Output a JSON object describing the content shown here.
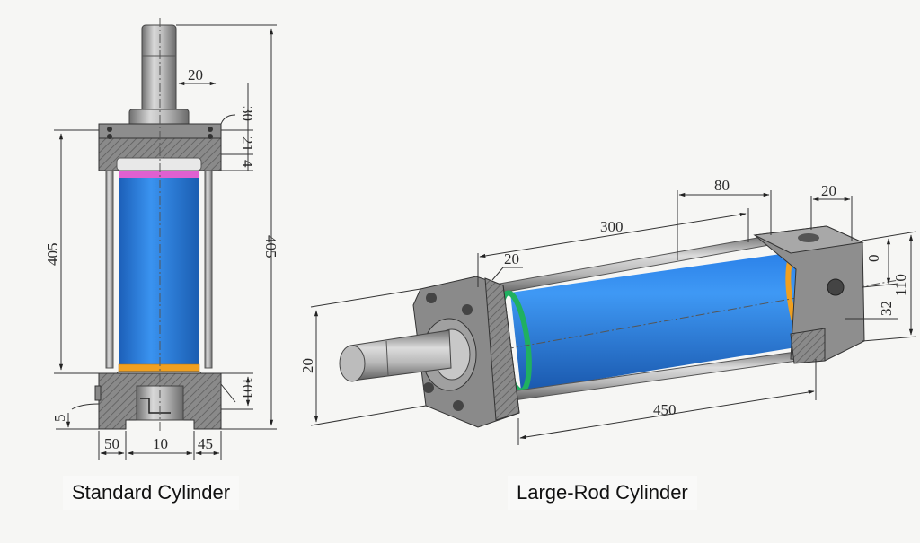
{
  "diagram": {
    "type": "technical-drawing",
    "subject": "Pneumatic/Hydraulic cylinder comparison",
    "colors": {
      "barrel": "#2a7fe0",
      "metal": "#9a9a9a",
      "seal_pink": "#e060d0",
      "seal_orange": "#f0a020",
      "seal_green": "#20b060",
      "background": "#f6f6f4"
    },
    "standard_cylinder": {
      "caption": "Standard Cylinder",
      "dimensions": {
        "rod_dia": "20",
        "flange_top": "30",
        "flange_mid": "21",
        "flange_gap": "4",
        "barrel_length": "405",
        "overall_length": "405",
        "base_height": "101",
        "base_offset": "5",
        "base_left": "50",
        "base_center": "10",
        "base_right": "45"
      }
    },
    "large_rod_cylinder": {
      "caption": "Large-Rod Cylinder",
      "dimensions": {
        "top_80": "80",
        "top_20": "20",
        "rod_length_300": "300",
        "cap_20": "20",
        "right_0": "0",
        "right_110": "110",
        "right_32": "32",
        "flange_height": "20",
        "body_length": "450"
      }
    }
  }
}
